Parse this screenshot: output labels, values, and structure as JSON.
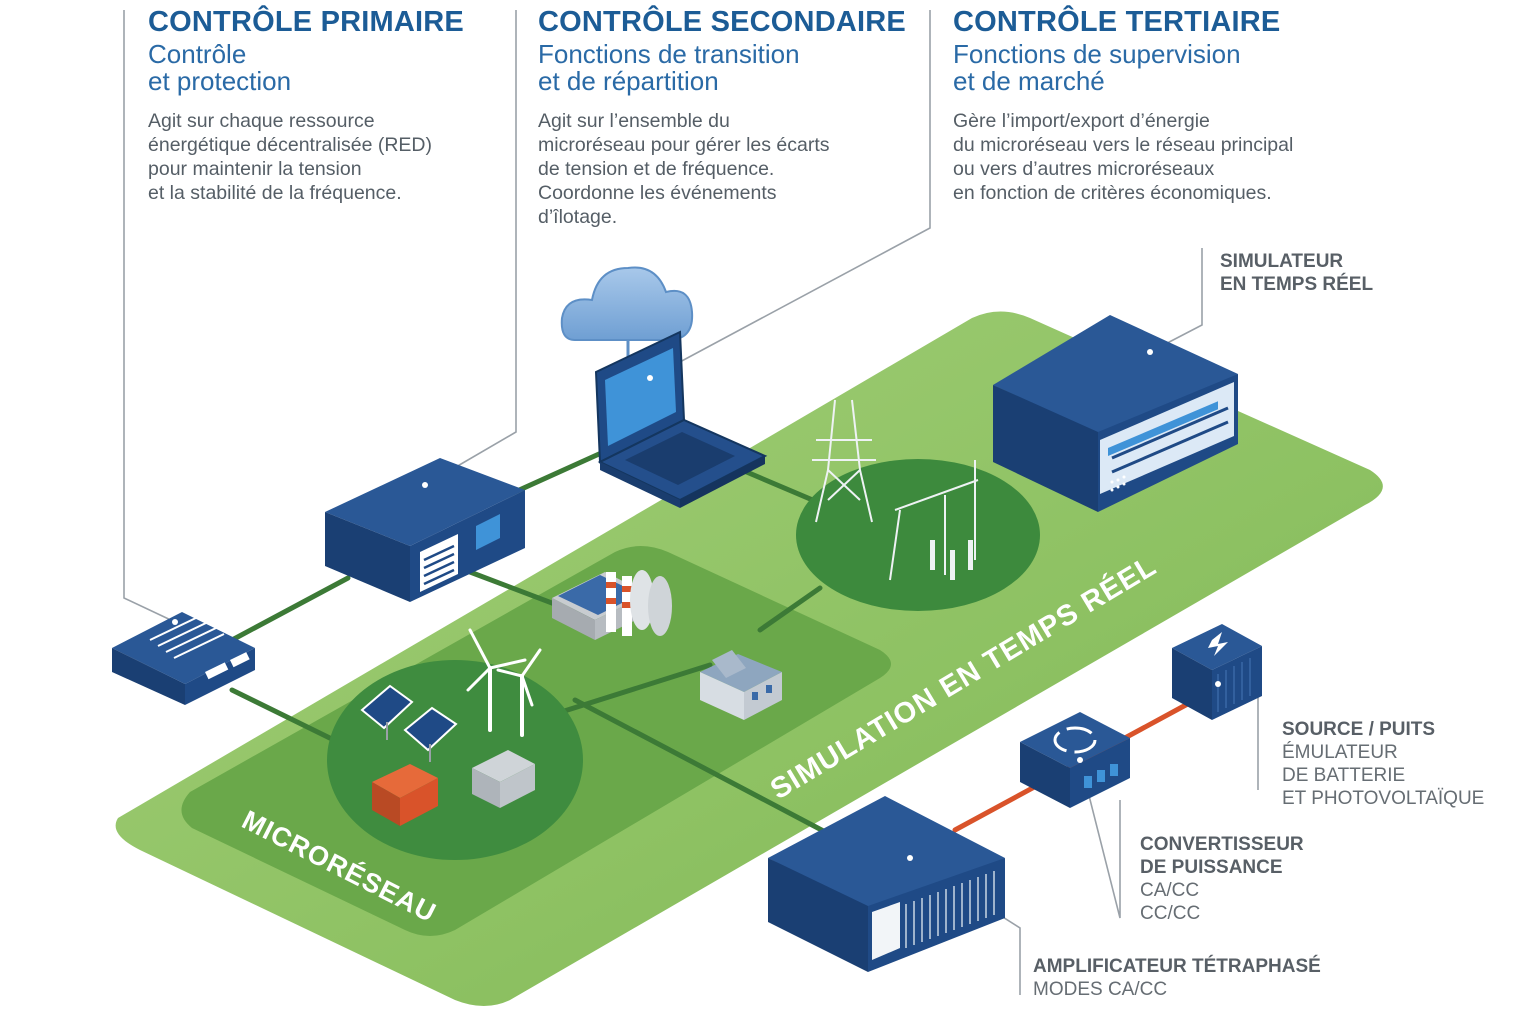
{
  "header": {
    "primary": {
      "title": "CONTRÔLE PRIMAIRE",
      "subtitle_1": "Contrôle",
      "subtitle_2": "et protection",
      "desc": [
        "Agit sur chaque ressource",
        "énergétique décentralisée (RED)",
        "pour maintenir la tension",
        "et la stabilité de la fréquence."
      ]
    },
    "secondary": {
      "title": "CONTRÔLE SECONDAIRE",
      "subtitle_1": "Fonctions de transition",
      "subtitle_2": "et de répartition",
      "desc": [
        "Agit sur l’ensemble du",
        "microréseau pour gérer les écarts",
        "de tension et de fréquence.",
        "Coordonne les événements",
        "d’îlotage."
      ]
    },
    "tertiary": {
      "title": "CONTRÔLE TERTIAIRE",
      "subtitle_1": "Fonctions de supervision",
      "subtitle_2": "et de marché",
      "desc": [
        "Gère l’import/export d’énergie",
        "du microréseau vers le réseau principal",
        "ou vers d’autres microréseaux",
        "en fonction de critères économiques."
      ]
    }
  },
  "labels": {
    "simulator": [
      "SIMULATEUR",
      "EN TEMPS RÉEL"
    ],
    "source": {
      "title": "SOURCE / PUITS",
      "lines": [
        "ÉMULATEUR",
        "DE BATTERIE",
        "ET PHOTOVOLTAÏQUE"
      ]
    },
    "converter": {
      "title_lines": [
        "CONVERTISSEUR",
        "DE PUISSANCE"
      ],
      "lines": [
        "CA/CC",
        "CC/CC"
      ]
    },
    "amplifier": {
      "title": "AMPLIFICATEUR TÉTRAPHASÉ",
      "lines": [
        "MODES CA/CC"
      ]
    },
    "platform": "SIMULATION EN TEMPS RÉEL",
    "microgrid": "MICRORÉSEAU"
  },
  "colors": {
    "navy": "#1f4a86",
    "title_blue": "#1c5c96",
    "platform_green": "#8cc060",
    "dark_green": "#3d8a3d",
    "dc_link": "#d9532a"
  }
}
